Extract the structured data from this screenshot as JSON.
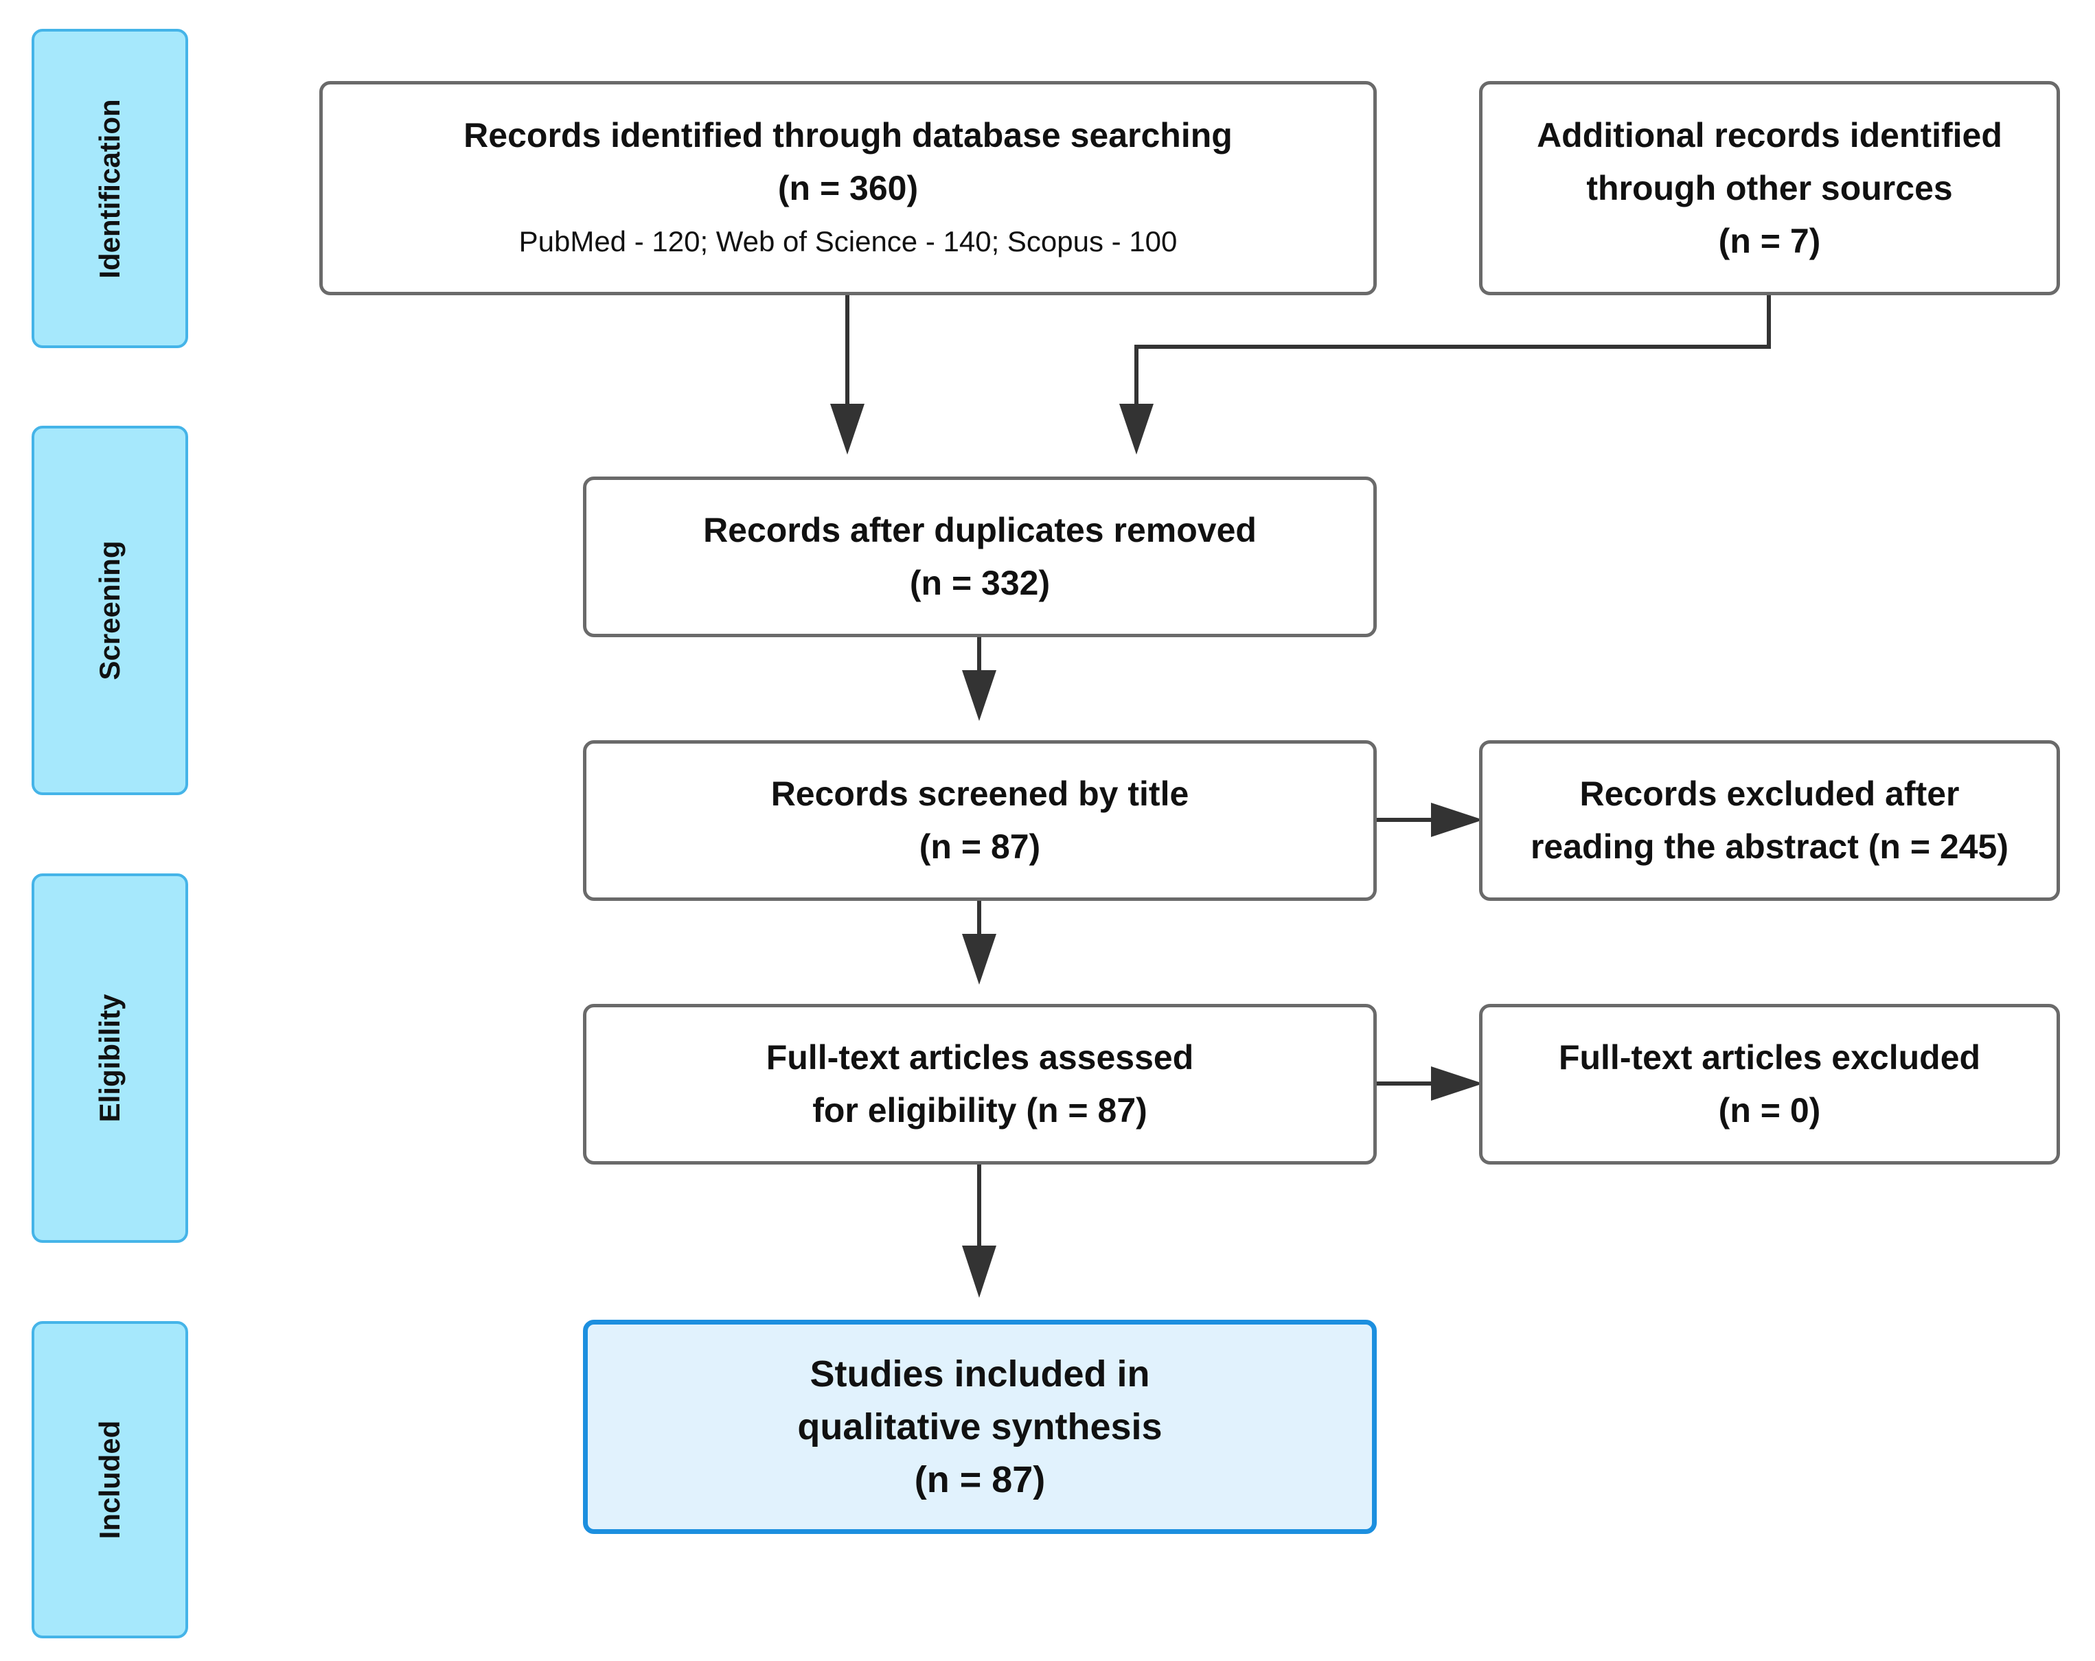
{
  "phases": {
    "identification": "Identification",
    "screening": "Screening",
    "eligibility": "Eligibility",
    "included": "Included"
  },
  "boxes": {
    "database_search": {
      "line1": "Records identified through database searching",
      "line2": "(n = 360)",
      "detail": "PubMed - 120; Web of Science - 140; Scopus - 100"
    },
    "other_sources": {
      "line1": "Additional records identified",
      "line2": "through other sources",
      "line3": "(n = 7)"
    },
    "duplicates_removed": {
      "line1": "Records after duplicates removed",
      "line2": "(n = 332)"
    },
    "screened_by_title": {
      "line1": "Records screened by title",
      "line2": "(n = 87)"
    },
    "excluded_abstract": {
      "line1": "Records excluded after",
      "line2": "reading the abstract (n = 245)"
    },
    "fulltext_assessed": {
      "line1": "Full-text articles assessed",
      "line2": "for eligibility (n = 87)"
    },
    "fulltext_excluded": {
      "line1": "Full-text articles excluded",
      "line2": "(n = 0)"
    },
    "included_studies": {
      "line1": "Studies included in",
      "line2": "qualitative synthesis",
      "line3": "(n = 87)"
    }
  },
  "colors": {
    "phase_fill": "#a6e8fc",
    "phase_border": "#45b4e8",
    "box_border": "#6a6a6a",
    "included_fill": "#e1f2fd",
    "included_border": "#1c8fdf",
    "arrow": "#333333"
  }
}
